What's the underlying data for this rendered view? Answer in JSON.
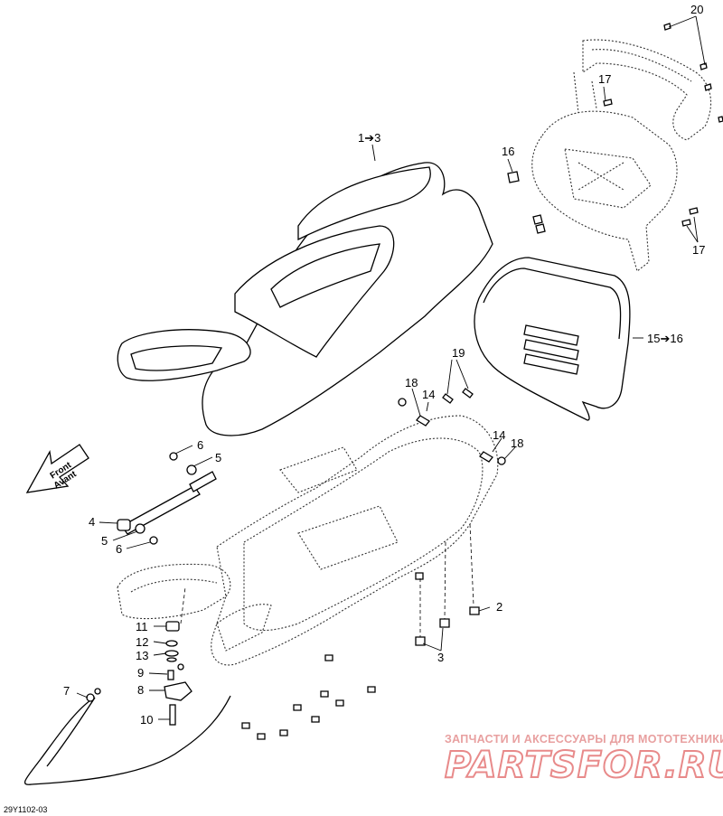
{
  "diagram_ref": "29Y1102-03",
  "front_arrow": {
    "line1": "Front",
    "line2": "Avant"
  },
  "callouts": {
    "c1_3": "1➔3",
    "c2": "2",
    "c3": "3",
    "c4": "4",
    "c5a": "5",
    "c5b": "5",
    "c6a": "6",
    "c6b": "6",
    "c7": "7",
    "c8": "8",
    "c9": "9",
    "c10": "10",
    "c11": "11",
    "c12": "12",
    "c13": "13",
    "c14a": "14",
    "c14b": "14",
    "c15_16": "15➔16",
    "c16": "16",
    "c17a": "17",
    "c17b": "17",
    "c18a": "18",
    "c18b": "18",
    "c19": "19",
    "c20": "20"
  },
  "watermark": {
    "tagline": "ЗАПЧАСТИ И АКСЕССУАРЫ ДЛЯ МОТОТЕХНИКИ",
    "logo": "PARTSFOR.RU"
  }
}
